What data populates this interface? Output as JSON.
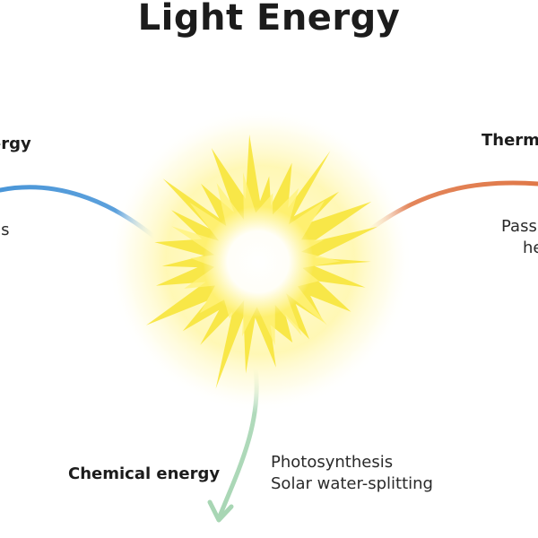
{
  "title": "Light Energy",
  "center": {
    "name": "sun-burst-icon",
    "colors": {
      "core": "#ffffff",
      "glow": "#fff37a",
      "ray": "#f7e43b"
    }
  },
  "branches": {
    "left": {
      "title": "Electrical energy",
      "visible_title": "energy",
      "examples": [
        "Solar cells"
      ],
      "visible_examples": [
        "ells"
      ],
      "color": "#4a96d8"
    },
    "right": {
      "title": "Thermal energy",
      "visible_title": "Therm",
      "examples": [
        "Passive solar heating"
      ],
      "visible_examples": [
        "Pass",
        "he"
      ],
      "color": "#e07848"
    },
    "bottom": {
      "title": "Chemical energy",
      "examples": [
        "Photosynthesis",
        "Solar water-splitting"
      ],
      "color": "#a8d6b4"
    }
  }
}
